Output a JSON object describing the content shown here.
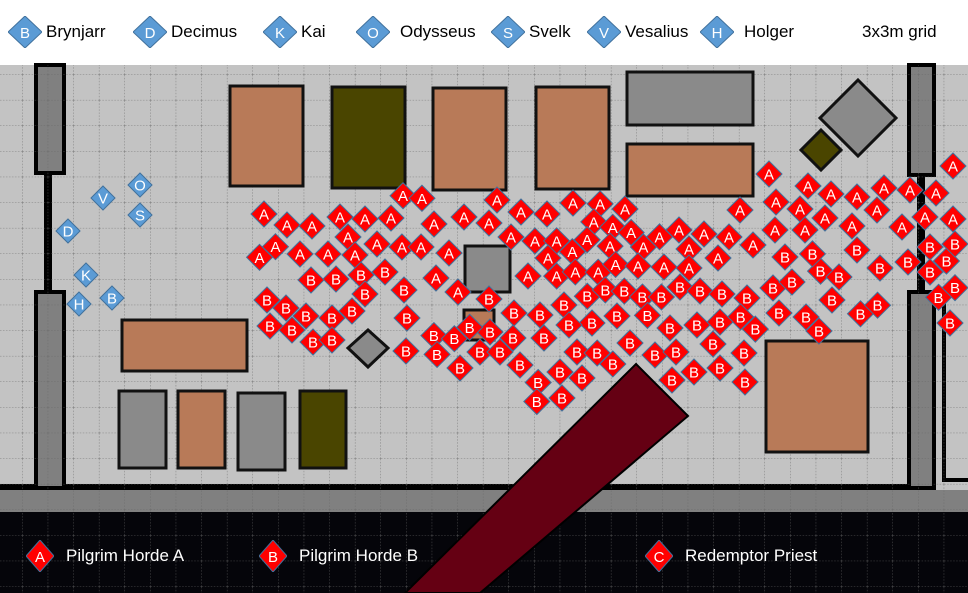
{
  "header": {
    "heroes": [
      {
        "letter": "B",
        "name": "Brynjarr"
      },
      {
        "letter": "D",
        "name": "Decimus"
      },
      {
        "letter": "K",
        "name": "Kai"
      },
      {
        "letter": "O",
        "name": "Odysseus"
      },
      {
        "letter": "S",
        "name": "Svelk"
      },
      {
        "letter": "V",
        "name": "Vesalius"
      },
      {
        "letter": "H",
        "name": "Holger"
      }
    ],
    "grid_scale": "3x3m grid"
  },
  "footer": {
    "enemies": [
      {
        "letter": "A",
        "name": "Pilgrim Horde A"
      },
      {
        "letter": "B",
        "name": "Pilgrim Horde B"
      },
      {
        "letter": "C",
        "name": "Redemptor Priest"
      }
    ]
  },
  "colors": {
    "hero": "#5b9bd5",
    "enemy": "#ff0000",
    "floor": "#c3c3c3",
    "wall": "#808080",
    "crate_brown": "#b87a58",
    "crate_olive": "#4a4500",
    "crate_gray": "#8a8a8a",
    "carpet": "#650013",
    "void": "#05050a"
  },
  "map": {
    "hero_tokens": [
      "V",
      "O",
      "S",
      "D",
      "K",
      "H",
      "B"
    ],
    "horde_a_label": "A",
    "horde_b_label": "B"
  }
}
